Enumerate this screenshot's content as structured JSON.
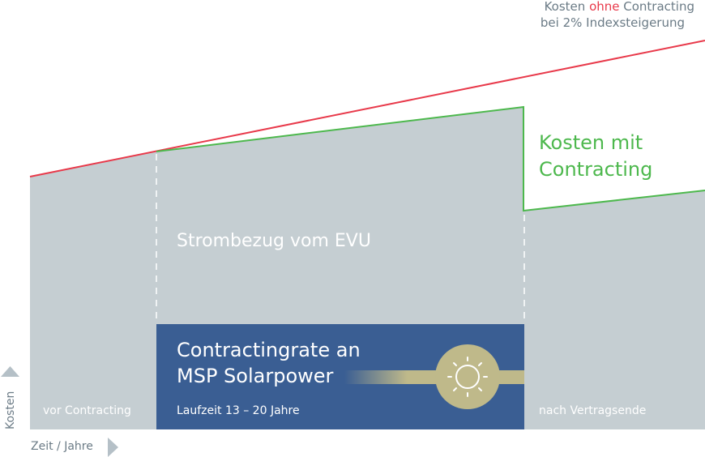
{
  "legend": {
    "top_line1_prefix": "Kosten",
    "top_line1_highlight": "ohne",
    "top_line1_suffix": "Contracting",
    "top_line2": "bei 2% Indexsteigerung"
  },
  "labels": {
    "with_contracting_line1": "Kosten mit",
    "with_contracting_line2": "Contracting",
    "grid_purchase": "Strombezug vom EVU",
    "contract_rate_line1": "Contractingrate an",
    "contract_rate_line2": "MSP Solarpower",
    "duration": "Laufzeit 13 – 20 Jahre",
    "before": "vor Contracting",
    "after": "nach Vertragsende"
  },
  "axes": {
    "y_label": "Kosten",
    "x_label": "Zeit / Jahre"
  },
  "colors": {
    "red_line": "#e8394a",
    "green_line": "#4db84d",
    "grey_area": "#c5ced2",
    "blue_box": "#3a5e93",
    "sun": "#bfb98a",
    "axis_text": "#6b7b86",
    "white_text": "#ffffff"
  },
  "icons": {
    "sun": "sun-icon",
    "y_arrow": "arrow-up-icon",
    "x_arrow": "arrow-right-icon"
  }
}
